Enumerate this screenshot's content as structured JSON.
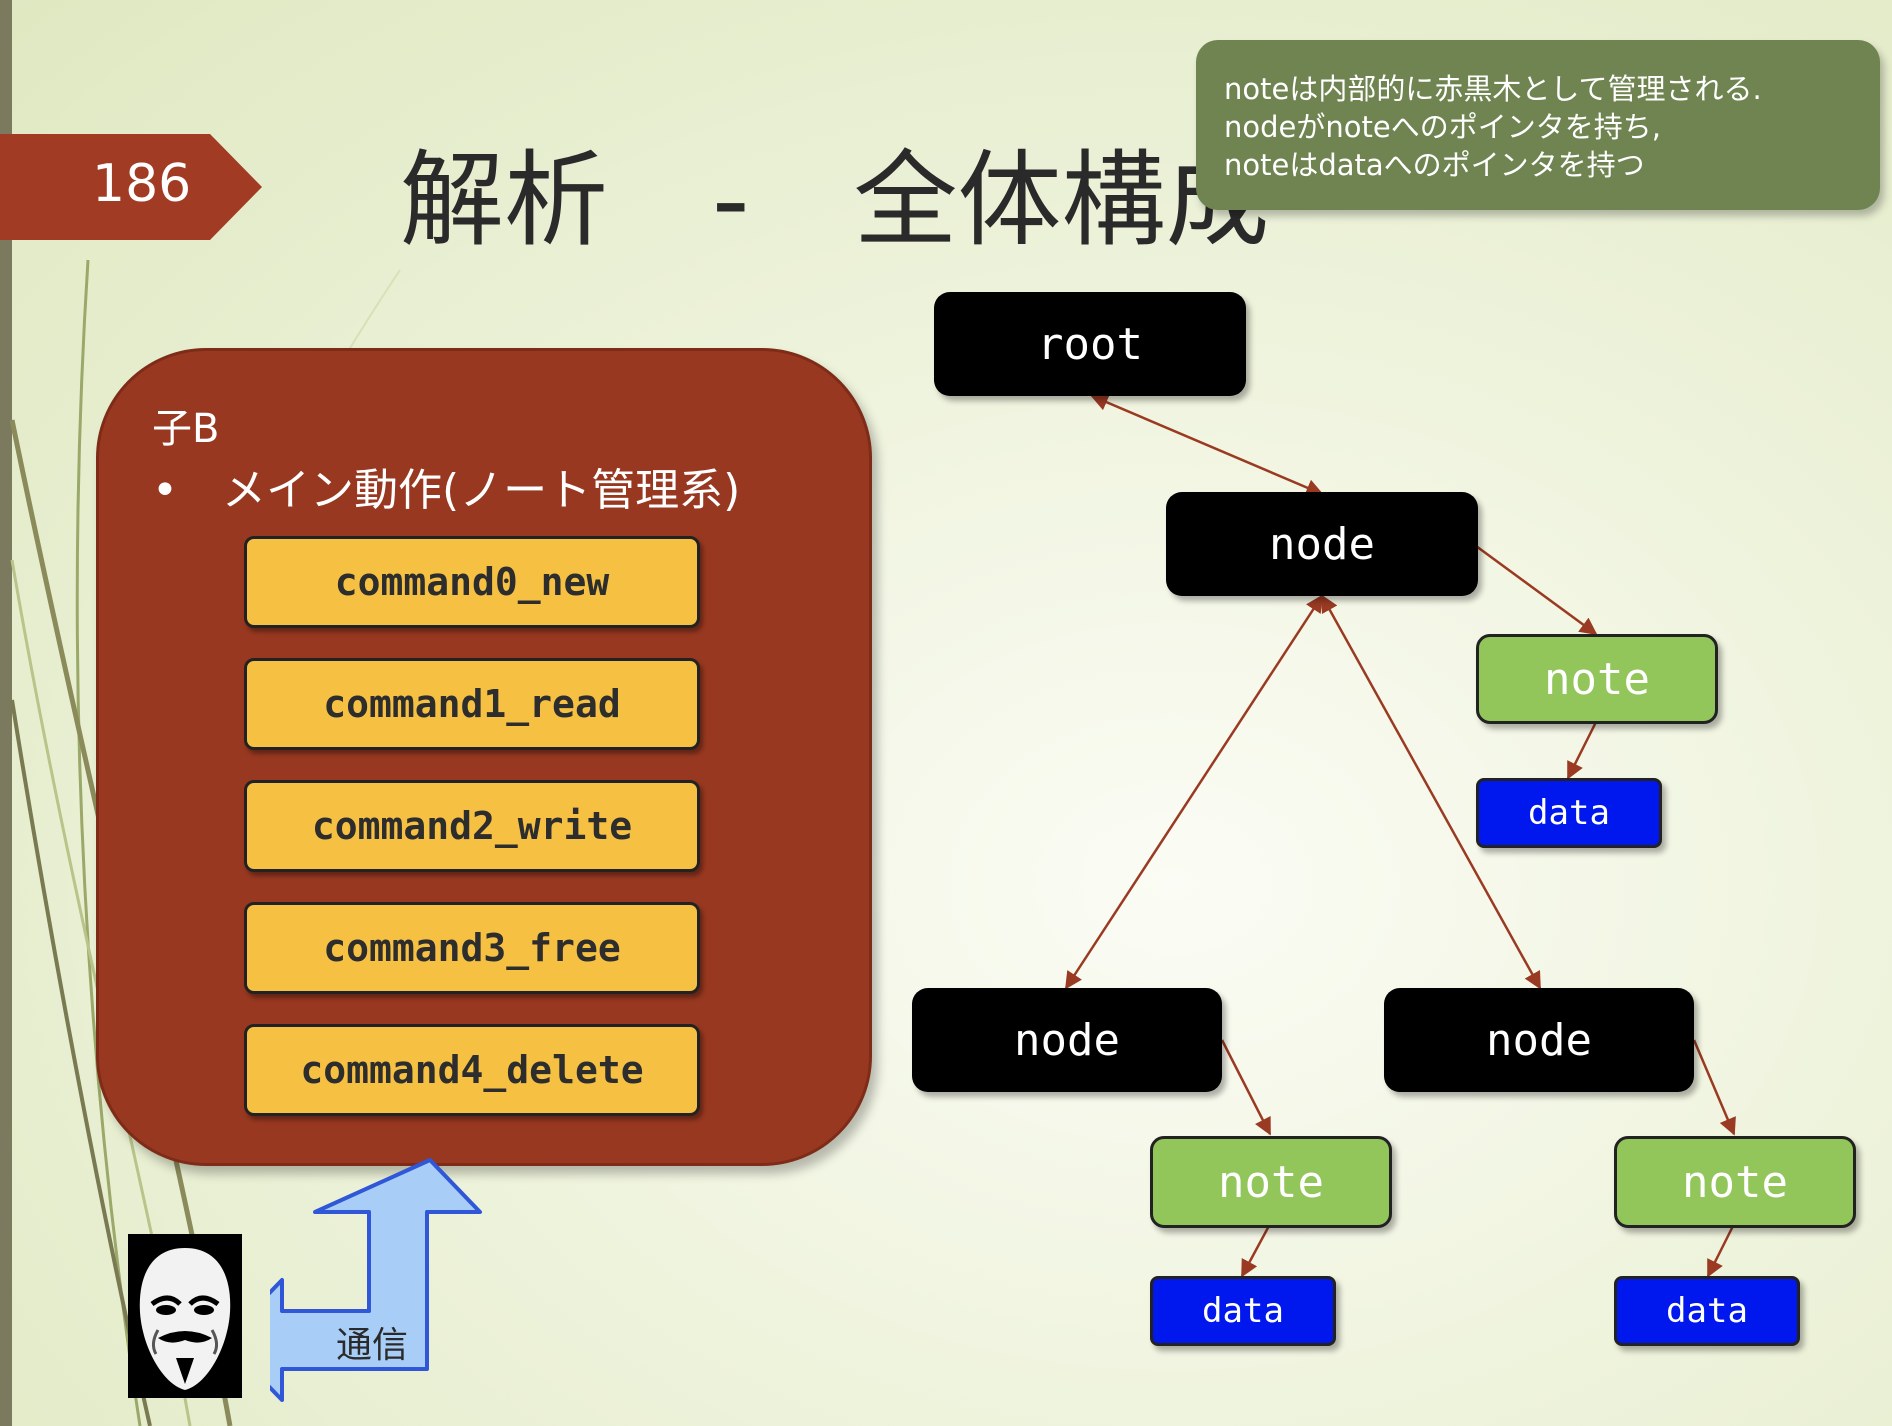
{
  "slide": {
    "page_number": "186",
    "title": "解析　-　全体構成"
  },
  "callout": {
    "lines": [
      "noteは内部的に赤黒木として管理される.",
      "nodeがnoteへのポインタを持ち,",
      "noteはdataへのポインタを持つ"
    ]
  },
  "panel": {
    "title": "子B",
    "bullet": "•　メイン動作(ノート管理系)",
    "commands": [
      "command0_new",
      "command1_read",
      "command2_write",
      "command3_free",
      "command4_delete"
    ]
  },
  "communication_label": "通信",
  "tree": {
    "root": "root",
    "node_label": "node",
    "note_label": "note",
    "data_label": "data"
  },
  "colors": {
    "panel": "#983820",
    "command": "#f6c043",
    "node": "#000000",
    "note": "#92c65a",
    "data": "#0018ee",
    "arrow": "#9a3a22",
    "comm_arrow": "#a8cdf7",
    "badge": "#a23b24"
  }
}
